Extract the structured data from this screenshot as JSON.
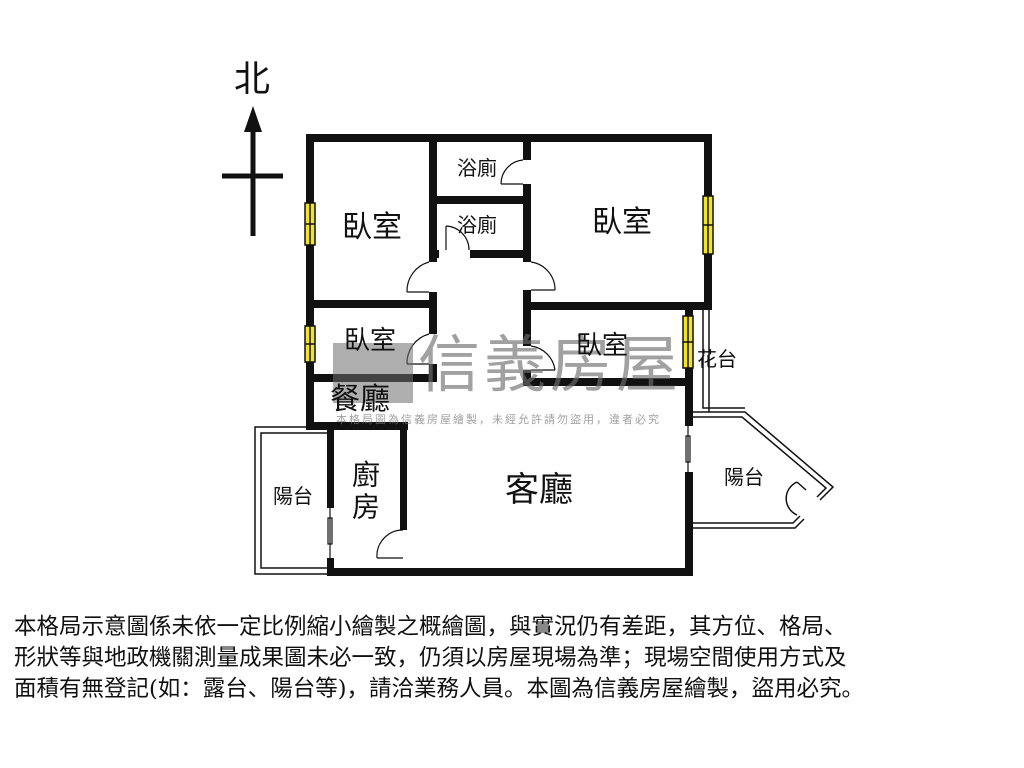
{
  "compass": {
    "north_label": "北",
    "icon": "north-arrow-icon"
  },
  "rooms": {
    "bedroom_nw": "臥室",
    "bathroom_upper": "浴廁",
    "bathroom_lower": "浴廁",
    "bedroom_ne": "臥室",
    "bedroom_w": "臥室",
    "bedroom_e": "臥室",
    "dining": "餐廳",
    "kitchen": "廚房",
    "living": "客廳",
    "balcony_w": "陽台",
    "balcony_e": "陽台",
    "planter": "花台"
  },
  "watermark": {
    "brand": "信義房屋",
    "note": "本格局圖為信義房屋繪製，未經允許請勿盜用，違者必究"
  },
  "colors": {
    "wall": "#111111",
    "window": "#f2e422",
    "watermark": "#6e6e6e"
  },
  "disclaimer": {
    "line1": "本格局示意圖係未依一定比例縮小繪製之概繪圖，與實況仍有差距，其方位、格局、",
    "line2": "形狀等與地政機關測量成果圖未必一致，仍須以房屋現場為準；現場空間使用方式及",
    "line3": "面積有無登記(如：露台、陽台等)，請洽業務人員。本圖為信義房屋繪製，盜用必究。"
  }
}
